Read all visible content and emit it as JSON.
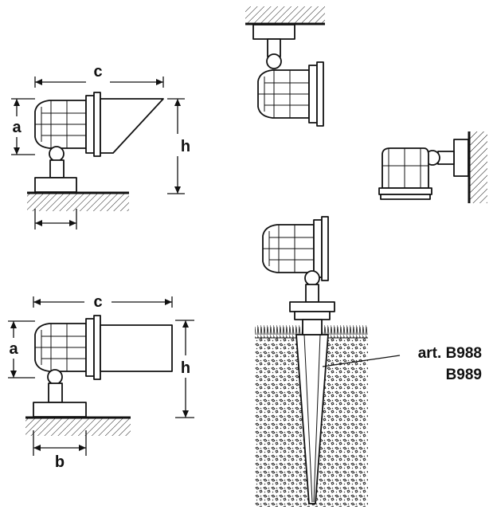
{
  "dimension_labels": {
    "top_a": "a",
    "top_c": "c",
    "top_h": "h",
    "bottom_a": "a",
    "bottom_b": "b",
    "bottom_c": "c",
    "bottom_h": "h"
  },
  "article": {
    "line1": "art. B988",
    "line2": "B989"
  },
  "colors": {
    "ink": "#111111",
    "background": "#ffffff"
  }
}
